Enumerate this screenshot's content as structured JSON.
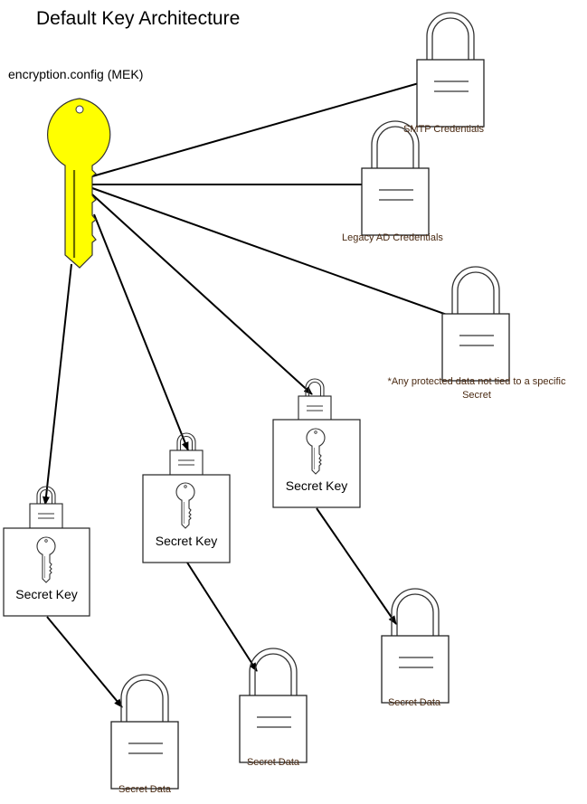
{
  "diagram": {
    "title": "Default Key Architecture",
    "master_key": {
      "label": "encryption.config (MEK)",
      "icon": "key-icon",
      "color": "#ffff00"
    },
    "protected_items": [
      {
        "id": "smtp",
        "label": "SMTP Credentials",
        "icon": "lock-icon"
      },
      {
        "id": "legacy-ad",
        "label": "Legacy AD Credentials",
        "icon": "lock-icon"
      },
      {
        "id": "other",
        "label": "*Any protected data not tied to a specific Secret",
        "icon": "lock-icon"
      }
    ],
    "secret_keys": [
      {
        "id": "sk1",
        "label": "Secret Key",
        "icon": "key-icon",
        "data_label": "Secret Data"
      },
      {
        "id": "sk2",
        "label": "Secret Key",
        "icon": "key-icon",
        "data_label": "Secret Data"
      },
      {
        "id": "sk3",
        "label": "Secret Key",
        "icon": "key-icon",
        "data_label": "Secret Data"
      }
    ],
    "edges": [
      {
        "from": "master_key",
        "to": "smtp"
      },
      {
        "from": "master_key",
        "to": "legacy-ad"
      },
      {
        "from": "master_key",
        "to": "other"
      },
      {
        "from": "master_key",
        "to": "sk1"
      },
      {
        "from": "master_key",
        "to": "sk2"
      },
      {
        "from": "master_key",
        "to": "sk3"
      },
      {
        "from": "sk1",
        "to": "sk1-data"
      },
      {
        "from": "sk2",
        "to": "sk2-data"
      },
      {
        "from": "sk3",
        "to": "sk3-data"
      }
    ],
    "colors": {
      "line": "#000000",
      "label_text": "#4a2a12",
      "key_fill": "#ffff00"
    }
  }
}
